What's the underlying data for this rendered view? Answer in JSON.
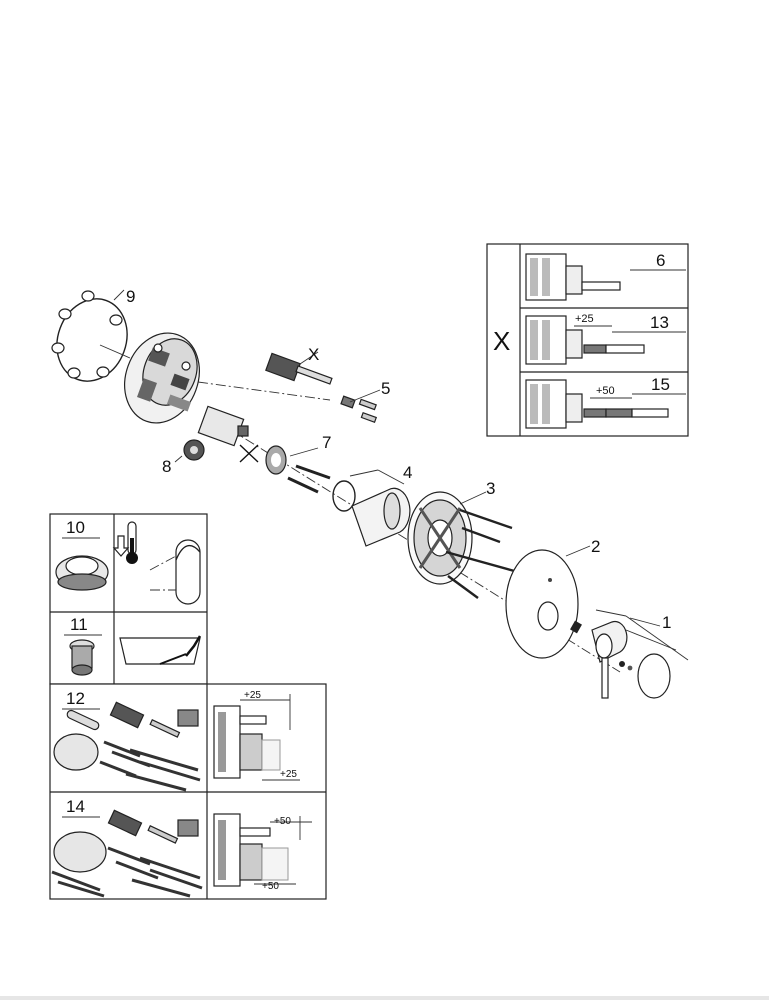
{
  "callouts": {
    "n1": "1",
    "n2": "2",
    "n3": "3",
    "n4": "4",
    "n5": "5",
    "n7": "7",
    "n8": "8",
    "n9": "9",
    "x": "X"
  },
  "inset_right": {
    "x_label": "X",
    "rows": [
      {
        "num": "6",
        "dim": ""
      },
      {
        "num": "13",
        "dim": "+25"
      },
      {
        "num": "15",
        "dim": "+50"
      }
    ]
  },
  "inset_left": {
    "cells": [
      {
        "num": "10"
      },
      {
        "num": "11"
      },
      {
        "num": "12",
        "dim_top": "+25",
        "dim_bottom": "+25"
      },
      {
        "num": "14",
        "dim_top": "+50",
        "dim_bottom": "+50"
      }
    ]
  }
}
